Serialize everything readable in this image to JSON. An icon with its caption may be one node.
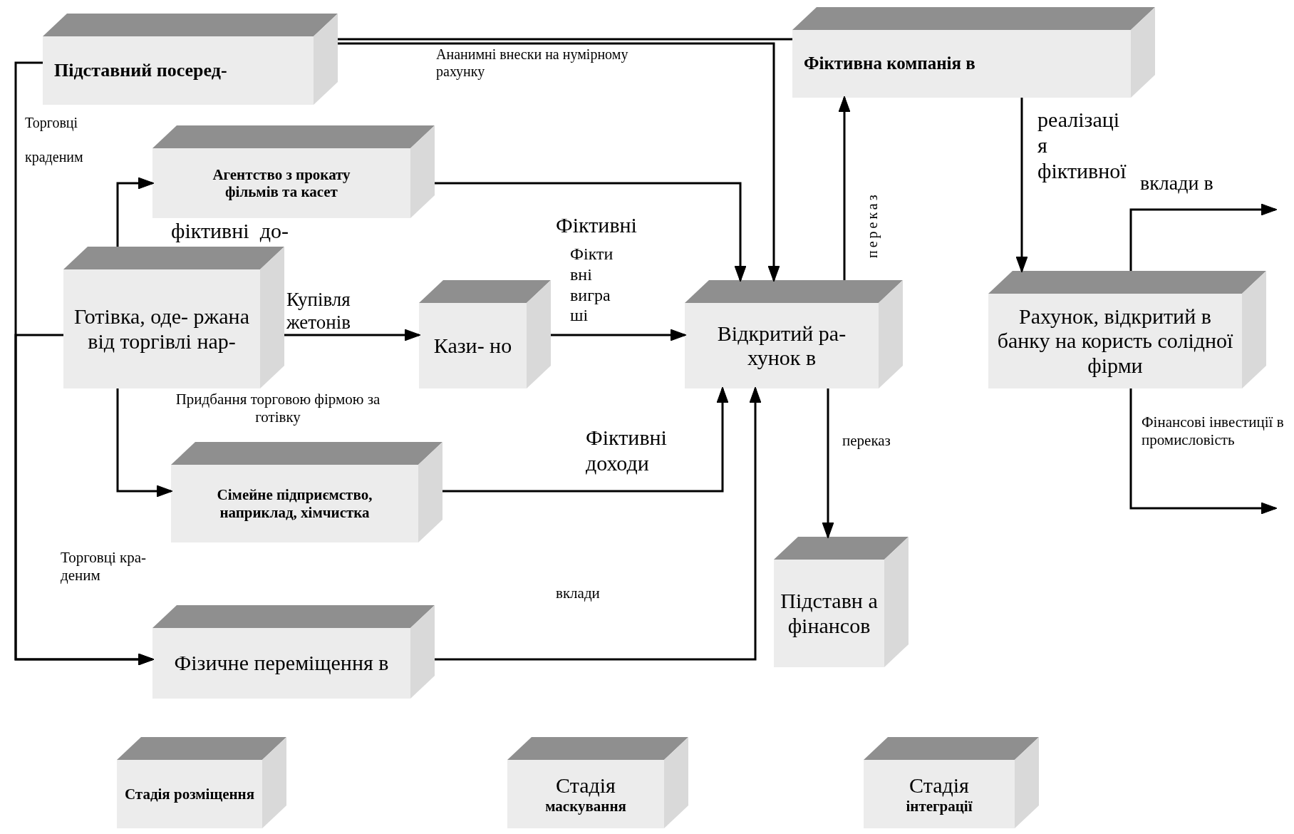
{
  "diagram": {
    "nodes": [
      {
        "text": [
          "Підставний посеред-"
        ]
      },
      {
        "text": [
          "Фіктивна компанія в"
        ]
      },
      {
        "text": [
          "Агентство з прокату фільмів та касет"
        ],
        "beside": [
          "фіктивні  до-"
        ]
      },
      {
        "text": [
          "Готівка, оде- ржана від торгівлі  нар-"
        ]
      },
      {
        "text": [
          "Кази- но"
        ]
      },
      {
        "text": [
          "Відкритий ра- хунок в"
        ]
      },
      {
        "text": [
          "Рахунок, відкритий в банку на користь солідної фірми"
        ]
      },
      {
        "text": [
          "Сімейне підприємство, наприклад, хімчистка"
        ]
      },
      {
        "text": [
          "Підставн а фінансов"
        ]
      },
      {
        "text": [
          "Фізичне переміщення в"
        ]
      },
      {
        "text": [
          "Стадія розміщення"
        ]
      },
      {
        "text": [
          "Стадія",
          "маскування"
        ]
      },
      {
        "text": [
          "Стадія",
          "інтеграції"
        ]
      }
    ],
    "edges": [
      {
        "from": 0,
        "to": 1,
        "arrow": "none",
        "label": "Ананимні внески на нумірному рахунку"
      },
      {
        "from": 0,
        "to": 5,
        "arrow": "to"
      },
      {
        "from": 0,
        "to": 9,
        "arrow": "to",
        "label": "Торговці краденим"
      },
      {
        "from": 3,
        "to": 9,
        "arrow": "to",
        "label": "Торговці кра- деним"
      },
      {
        "from": 3,
        "to": 2,
        "arrow": "to"
      },
      {
        "from": 2,
        "to": 5,
        "arrow": "to"
      },
      {
        "from": 3,
        "to": 4,
        "arrow": "to",
        "label": "Купівля жетонів"
      },
      {
        "from": 4,
        "to": 5,
        "arrow": "to",
        "label": "Фікти вні вигра ші"
      },
      {
        "from": 3,
        "to": 7,
        "arrow": "to",
        "label": "Придбання  торговою фірмою за готівку"
      },
      {
        "from": 7,
        "to": 5,
        "arrow": "to",
        "label": "Фіктивні доходи"
      },
      {
        "from": 9,
        "to": 5,
        "arrow": "to",
        "label": "вклади"
      },
      {
        "from": 5,
        "to": 1,
        "arrow": "to",
        "label": "переказ"
      },
      {
        "from": 5,
        "to": 8,
        "arrow": "to",
        "label": "переказ"
      },
      {
        "from": 1,
        "to": 6,
        "arrow": "to",
        "label": "реалізаці я фіктивної"
      },
      {
        "from": 6,
        "to": null,
        "arrow": "to",
        "label": "вклади в"
      },
      {
        "from": 6,
        "to": null,
        "arrow": "to",
        "label": "Фінансові інвестиції в промисловість"
      }
    ],
    "labels": [
      "Фіктивні"
    ]
  }
}
